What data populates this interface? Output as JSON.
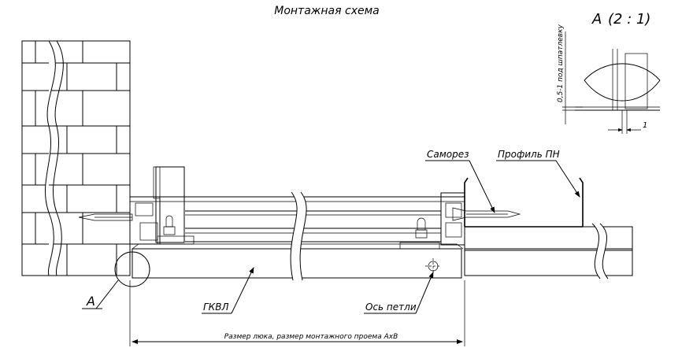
{
  "title": "Монтажная схема",
  "detail": {
    "label": "А",
    "scale": "(2 : 1)",
    "gap_note": "0,5-1 под шпатлевку",
    "dim_value": "1"
  },
  "callouts": {
    "screw": "Саморез",
    "profile": "Профиль ПН",
    "board": "ГКВЛ",
    "hinge_axis": "Ось петли",
    "detail_marker": "А"
  },
  "dimension": {
    "text": "Размер люка, размер монтажного проема АхВ"
  }
}
